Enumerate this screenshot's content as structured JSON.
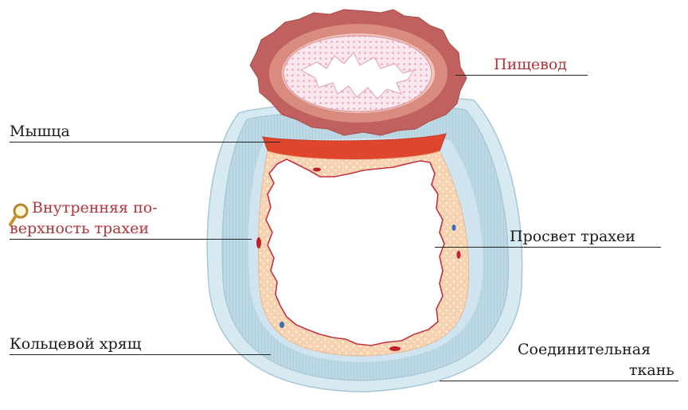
{
  "labels": {
    "esophagus": "Пищевод",
    "muscle": "Мышца",
    "inner_surface_line1": "Внутренняя по-",
    "inner_surface_line2": "верхность трахеи",
    "lumen": "Просвет трахеи",
    "ring_cartilage": "Кольцевой хрящ",
    "connective_line1": "Соединительная",
    "connective_line2": "ткань"
  },
  "colors": {
    "esophagus_outer": "#c0605f",
    "esophagus_mid": "#d98b7f",
    "esophagus_inner": "#f1c6b8",
    "esophagus_mucosa": "#fbeaf0",
    "muscle": "#e0462e",
    "cartilage": "#b8d5e2",
    "cartilage_light": "#d7e9f1",
    "submucosa": "#f7d4b4",
    "inner_lining": "#c4323f",
    "label_red": "#b0353d"
  },
  "icons": {
    "magnifier": "magnifier-icon"
  }
}
